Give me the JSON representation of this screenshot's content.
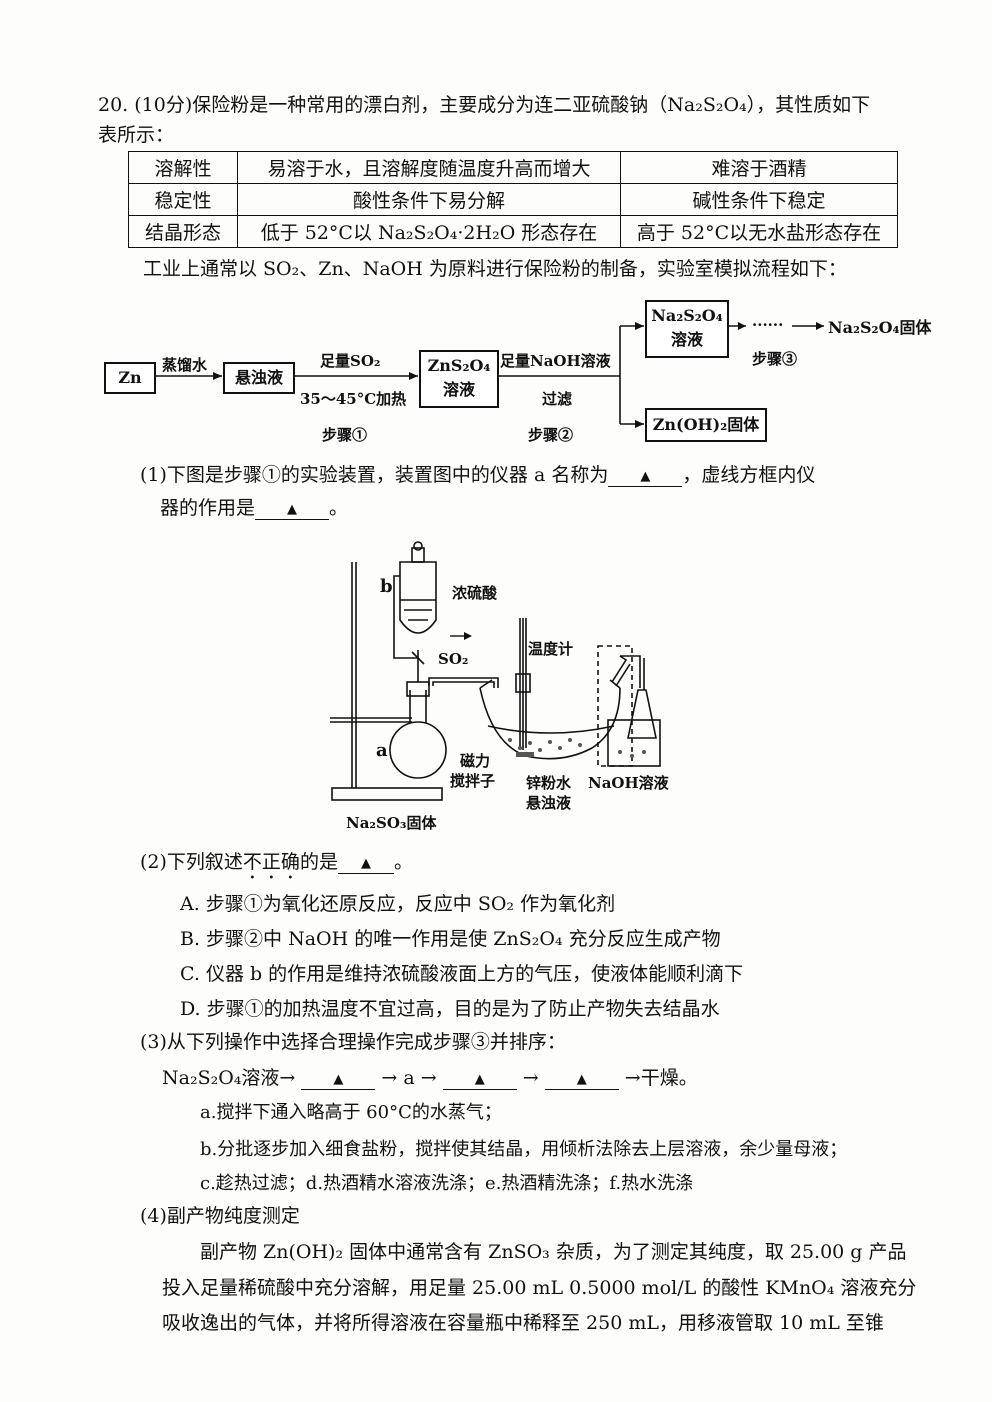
{
  "q_intro_1": "20. (10分)保险粉是一种常用的漂白剂，主要成分为连二亚硫酸钠（Na₂S₂O₄），其性质如下",
  "q_intro_2": "表所示：",
  "table": {
    "rows": [
      [
        "溶解性",
        "易溶于水，且溶解度随温度升高而增大",
        "难溶于酒精"
      ],
      [
        "稳定性",
        "酸性条件下易分解",
        "碱性条件下稳定"
      ],
      [
        "结晶形态",
        "低于 52°C以 Na₂S₂O₄·2H₂O 形态存在",
        "高于 52°C以无水盐形态存在"
      ]
    ]
  },
  "industry_line": "工业上通常以 SO₂、Zn、NaOH 为原料进行保险粉的制备，实验室模拟流程如下：",
  "flow": {
    "zn": "Zn",
    "water": "蒸馏水",
    "suspension": "悬浊液",
    "so2_excess": "足量SO₂",
    "heat": "35～45°C加热",
    "step1": "步骤①",
    "zns2o4_1": "ZnS₂O₄",
    "zns2o4_2": "溶液",
    "naoh_excess": "足量NaOH溶液",
    "filter": "过滤",
    "step2": "步骤②",
    "na_sol_1": "Na₂S₂O₄",
    "na_sol_2": "溶液",
    "dots": "······",
    "product": "Na₂S₂O₄固体",
    "step3": "步骤③",
    "znoh": "Zn(OH)₂固体"
  },
  "q1_line1_a": "(1)下图是步骤①的实验装置，装置图中的仪器 a 名称为",
  "q1_line1_b": "，虚线方框内仪",
  "q1_line2_a": "器的作用是",
  "q1_line2_b": "。",
  "triangle": "▲",
  "apparatus": {
    "b": "b",
    "a": "a",
    "conc_acid": "浓硫酸",
    "so2": "SO₂",
    "thermometer": "温度计",
    "magnet_1": "磁力",
    "magnet_2": "搅拌子",
    "zinc_1": "锌粉水",
    "zinc_2": "悬浊液",
    "naoh_sol": "NaOH溶液",
    "na2so3": "Na₂SO₃固体"
  },
  "q2_a": "(2)下列叙述",
  "q2_b": "不正确",
  "q2_c": "的是",
  "q2_d": "。",
  "options": [
    "A.  步骤①为氧化还原反应，反应中 SO₂ 作为氧化剂",
    "B.  步骤②中 NaOH 的唯一作用是使 ZnS₂O₄ 充分反应生成产物",
    "C.  仪器 b 的作用是维持浓硫酸液面上方的气压，使液体能顺利滴下",
    "D.  步骤①的加热温度不宜过高，目的是为了防止产物失去结晶水"
  ],
  "q3": "(3)从下列操作中选择合理操作完成步骤③并排序：",
  "q3_seq": {
    "start": "Na₂S₂O₄溶液→",
    "mid1": "→ a →",
    "mid2": "→",
    "end": "→干燥。"
  },
  "q3_a": "a.搅拌下通入略高于 60°C的水蒸气；",
  "q3_b": "b.分批逐步加入细食盐粉，搅拌使其结晶，用倾析法除去上层溶液，余少量母液；",
  "q3_c": "c.趁热过滤；d.热酒精水溶液洗涤；e.热酒精洗涤；f.热水洗涤",
  "q4": "(4)副产物纯度测定",
  "q4_p1": "副产物 Zn(OH)₂ 固体中通常含有 ZnSO₃ 杂质，为了测定其纯度，取 25.00 g 产品",
  "q4_p2": "投入足量稀硫酸中充分溶解，用足量 25.00 mL 0.5000 mol/L 的酸性 KMnO₄ 溶液充分",
  "q4_p3": "吸收逸出的气体，并将所得溶液在容量瓶中稀释至 250 mL，用移液管取 10 mL 至锥"
}
